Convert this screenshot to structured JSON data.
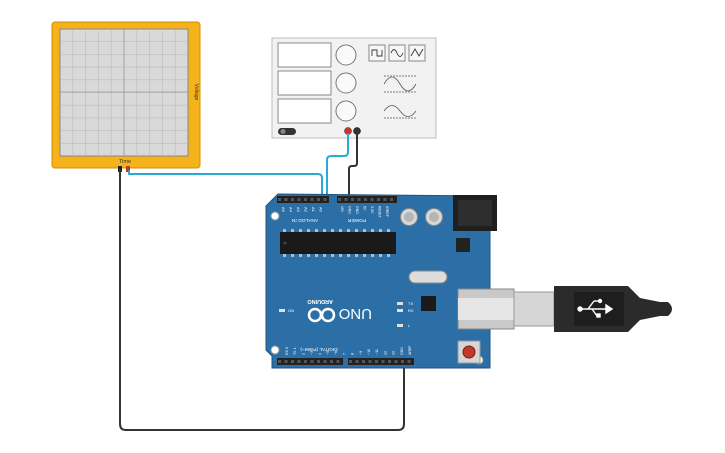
{
  "oscilloscope": {
    "y_axis_label": "Voltage",
    "x_axis_label": "Time",
    "frame_color": "#f5b21b"
  },
  "function_generator": {
    "waveform_buttons": [
      "square-wave-icon",
      "sine-wave-icon",
      "triangle-wave-icon"
    ],
    "knob_count": 3,
    "display_count": 3
  },
  "arduino": {
    "board_color": "#2b6fa6",
    "model_label": "UNO",
    "brand_label": "ARDUINO",
    "power_header_label": "POWER",
    "analog_header_label": "ANALOG IN",
    "digital_header_label": "DIGITAL (PWM~)",
    "analog_pins": [
      "A5",
      "A4",
      "A3",
      "A2",
      "A1",
      "A0"
    ],
    "power_pins": [
      "VIN",
      "GND",
      "GND",
      "5V",
      "3.3V",
      "RESET",
      "IOREF"
    ],
    "digital_pins": [
      "AREF",
      "GND",
      "13",
      "12",
      "~11",
      "~10",
      "~9",
      "8",
      "7",
      "~6",
      "~5",
      "4",
      "~3",
      "2",
      "TX 1",
      "RX 0"
    ],
    "led_labels": [
      "TX",
      "RX",
      "L",
      "ON"
    ]
  },
  "wires": {
    "signal_color": "#2aa8d8",
    "ground_color": "#333333"
  },
  "usb_cable": {
    "color": "#2b2b2b"
  }
}
